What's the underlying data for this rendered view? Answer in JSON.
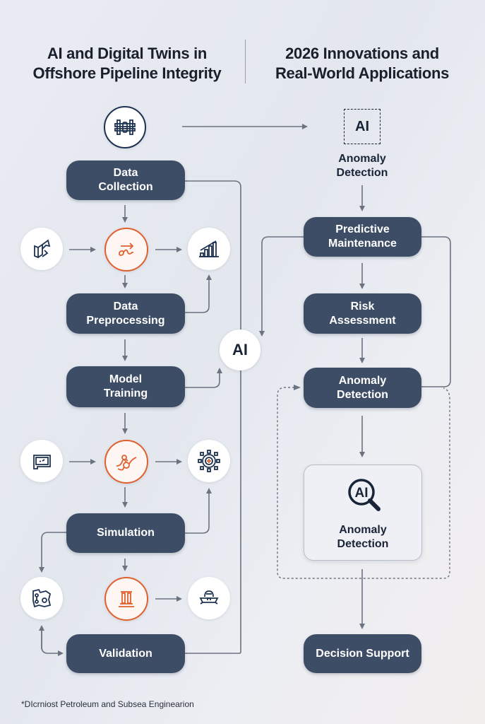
{
  "header": {
    "left_title": [
      "AI and Digital Twins in",
      "Offshore Pipeline Integrity"
    ],
    "right_title": [
      "2026 Innovations and",
      "Real-World Applications"
    ]
  },
  "left_flow": {
    "data_collection": [
      "Data",
      "Collection"
    ],
    "data_preprocessing": [
      "Data",
      "Preprocessing"
    ],
    "model_training": [
      "Model",
      "Training"
    ],
    "simulation": "Simulation",
    "validation": "Validation"
  },
  "center": {
    "ai_hub": "AI"
  },
  "right_flow": {
    "top_ai_badge": "AI",
    "top_anomaly_detection": [
      "Anomaly",
      "Detection"
    ],
    "predictive_maintenance": [
      "Predictive",
      "Maintenance"
    ],
    "risk_assessment": [
      "Risk",
      "Assessment"
    ],
    "anomaly_detection": [
      "Anomaly",
      "Detection"
    ],
    "card_ai": "AI",
    "card_anomaly_detection": [
      "Anomaly",
      "Detection"
    ],
    "decision_support": "Decision Support"
  },
  "icons": {
    "top": "pipeline-valve-icon",
    "row1": [
      "direction-arrows-icon",
      "signal-wave-icon",
      "bar-chart-icon"
    ],
    "row2": [
      "monitor-card-icon",
      "analytics-flow-icon",
      "gear-target-icon"
    ],
    "row3": [
      "circuit-map-icon",
      "pillars-icon",
      "subsea-vehicle-icon"
    ]
  },
  "colors": {
    "node_bg": "#3e4d66",
    "accent_orange": "#e0602f",
    "icon_navy": "#1e3352",
    "connector": "#6b7280"
  },
  "footnote": "*DIcrniost Petroleum and Subsea Enginearion"
}
